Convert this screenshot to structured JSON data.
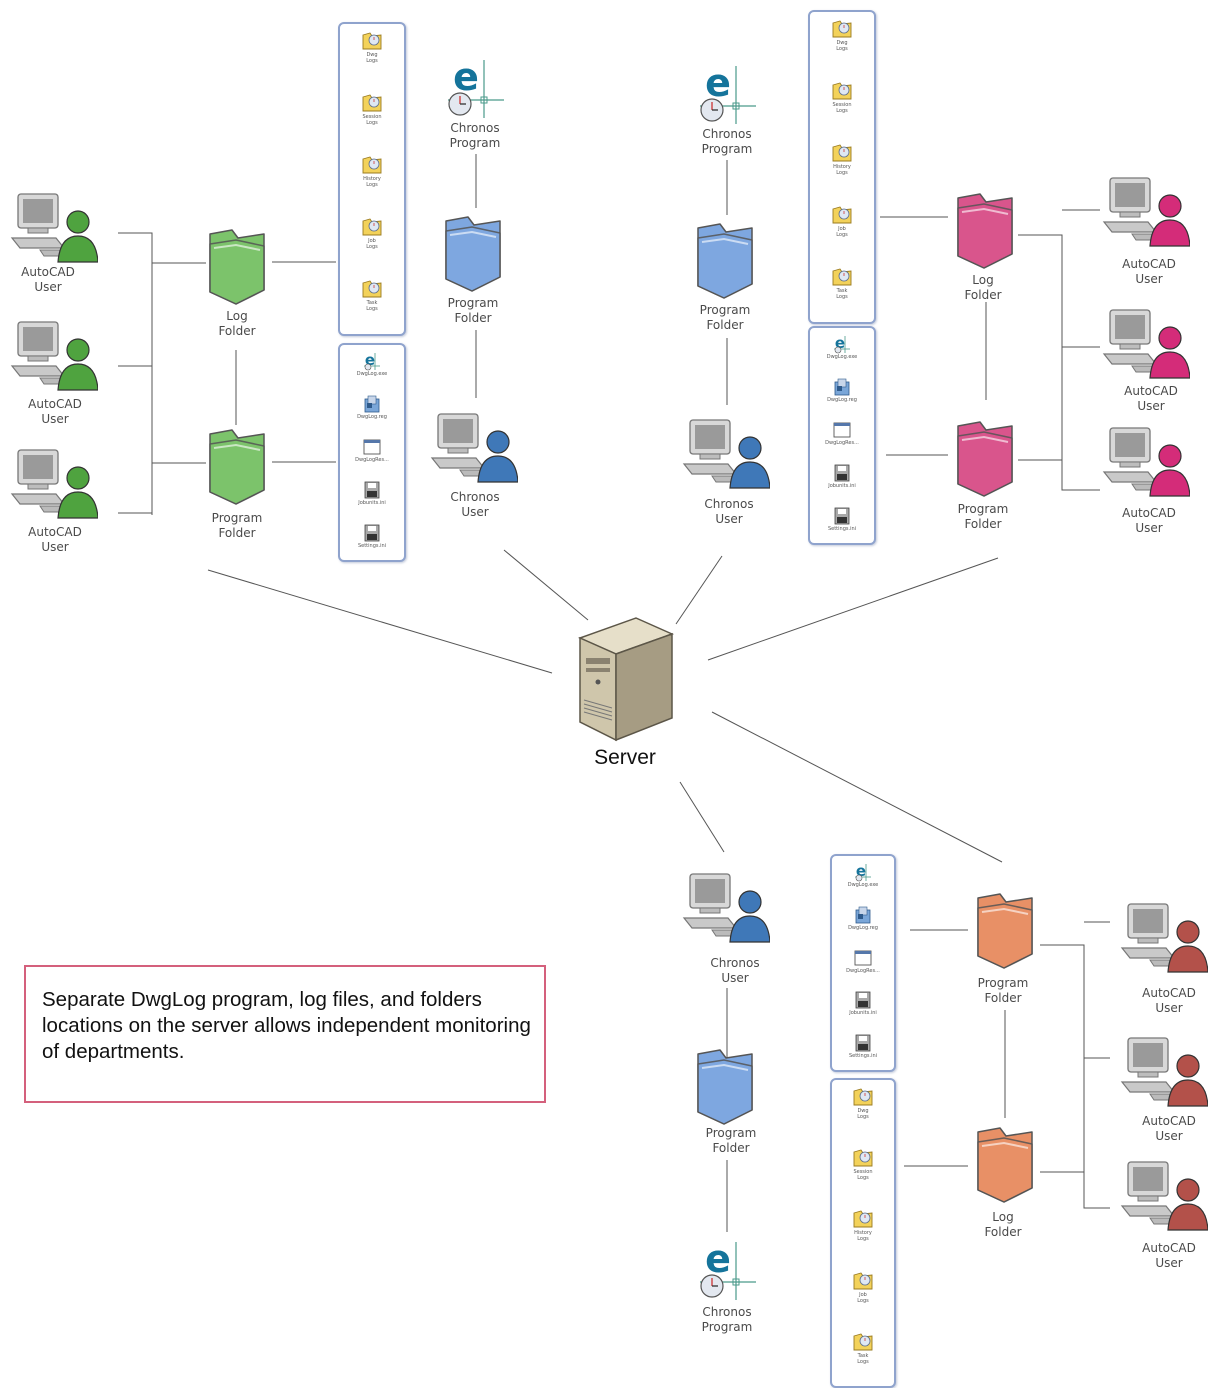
{
  "server": {
    "label": "Server"
  },
  "note": {
    "text": "Separate DwgLog program, log files, and folders locations on the server allows independent monitoring of departments."
  },
  "clusters": {
    "top_left": {
      "accent": "#7cc36b",
      "users": [
        [
          "AutoCAD",
          "User"
        ],
        [
          "AutoCAD",
          "User"
        ],
        [
          "AutoCAD",
          "User"
        ]
      ],
      "log_folder": [
        "Log",
        "Folder"
      ],
      "program_folder": [
        "Program",
        "Folder"
      ],
      "chronos_program": [
        "Chronos",
        "Program"
      ],
      "chronos_program_folder": [
        "Program",
        "Folder"
      ],
      "chronos_user": [
        "Chronos",
        "User"
      ]
    },
    "top_right": {
      "accent": "#d9558c",
      "users": [
        [
          "AutoCAD",
          "User"
        ],
        [
          "AutoCAD",
          "User"
        ],
        [
          "AutoCAD",
          "User"
        ]
      ],
      "log_folder": [
        "Log",
        "Folder"
      ],
      "program_folder": [
        "Program",
        "Folder"
      ],
      "chronos_program": [
        "Chronos",
        "Program"
      ],
      "chronos_program_folder": [
        "Program",
        "Folder"
      ],
      "chronos_user": [
        "Chronos",
        "User"
      ]
    },
    "bottom": {
      "accent": "#e89066",
      "users": [
        [
          "AutoCAD",
          "User"
        ],
        [
          "AutoCAD",
          "User"
        ],
        [
          "AutoCAD",
          "User"
        ]
      ],
      "log_folder": [
        "Log",
        "Folder"
      ],
      "program_folder": [
        "Program",
        "Folder"
      ],
      "chronos_program": [
        "Chronos",
        "Program"
      ],
      "chronos_program_folder": [
        "Program",
        "Folder"
      ],
      "chronos_user": [
        "Chronos",
        "User"
      ]
    }
  },
  "panels": {
    "log_items": [
      [
        "Dwg",
        "Logs"
      ],
      [
        "Session",
        "Logs"
      ],
      [
        "History",
        "Logs"
      ],
      [
        "Job",
        "Logs"
      ],
      [
        "Task",
        "Logs"
      ]
    ],
    "program_items": [
      [
        "DwgLog.exe"
      ],
      [
        "DwgLog.reg"
      ],
      [
        "DwgLogRes..."
      ],
      [
        "Jobunits.ini"
      ],
      [
        "Settings.ini"
      ]
    ],
    "program_item_icons": [
      "app-icon",
      "registry-icon",
      "window-icon",
      "floppy-icon",
      "floppy-icon"
    ]
  },
  "colors": {
    "green": "#7cc36b",
    "pink": "#d9558c",
    "orange": "#e89066",
    "user_green": "#4fa33f",
    "user_blue": "#3f78b8",
    "user_pink": "#d42c79",
    "user_brown": "#b3514a",
    "folder_blue": "#7ea7e0",
    "panel_border": "#8fa3cd",
    "note_border": "#d4607c"
  }
}
